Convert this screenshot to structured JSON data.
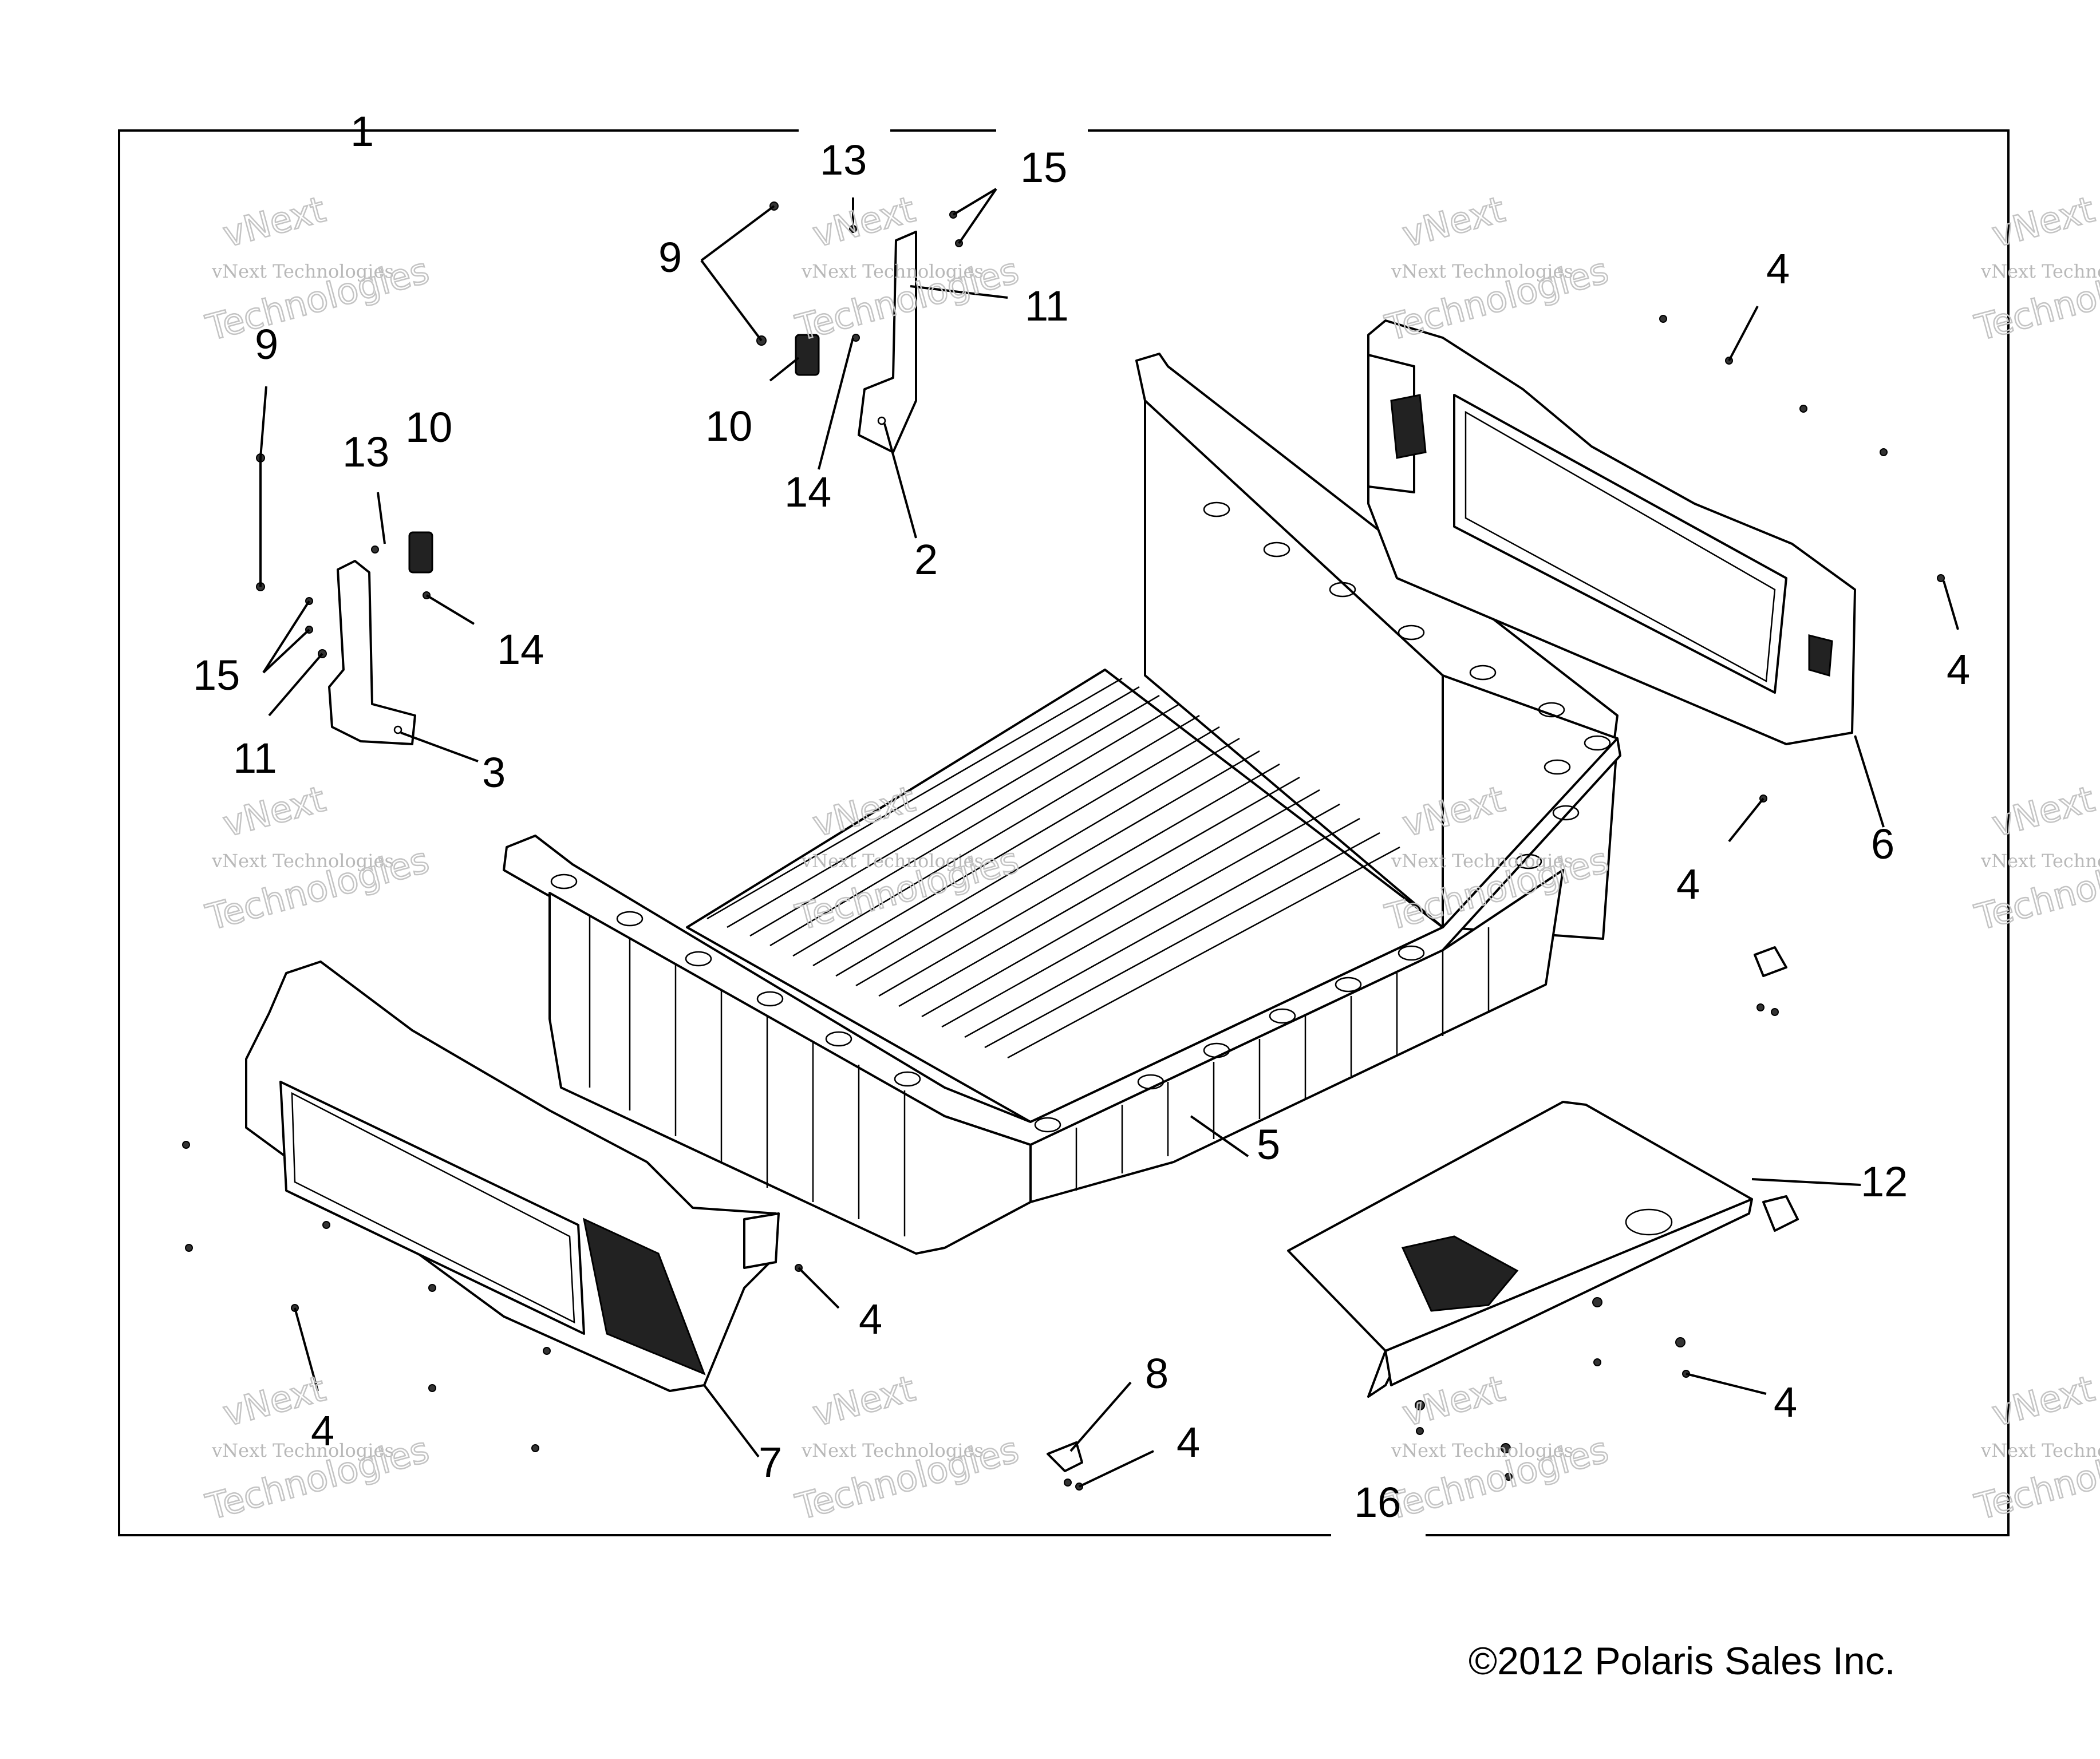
{
  "copyright": "©2012 Polaris Sales Inc.",
  "watermark": {
    "line1": "vNext",
    "line2": "vNext Technologies",
    "line3": "Technologies"
  },
  "callouts": {
    "c1": "1",
    "c2": "2",
    "c3": "3",
    "c4": "4",
    "c5": "5",
    "c6": "6",
    "c7": "7",
    "c8": "8",
    "c9": "9",
    "c10": "10",
    "c11": "11",
    "c12": "12",
    "c13": "13",
    "c14": "14",
    "c15": "15",
    "c16": "16"
  },
  "colors": {
    "line": "#000000",
    "background": "#ffffff",
    "watermark": "#b8b8b8"
  }
}
